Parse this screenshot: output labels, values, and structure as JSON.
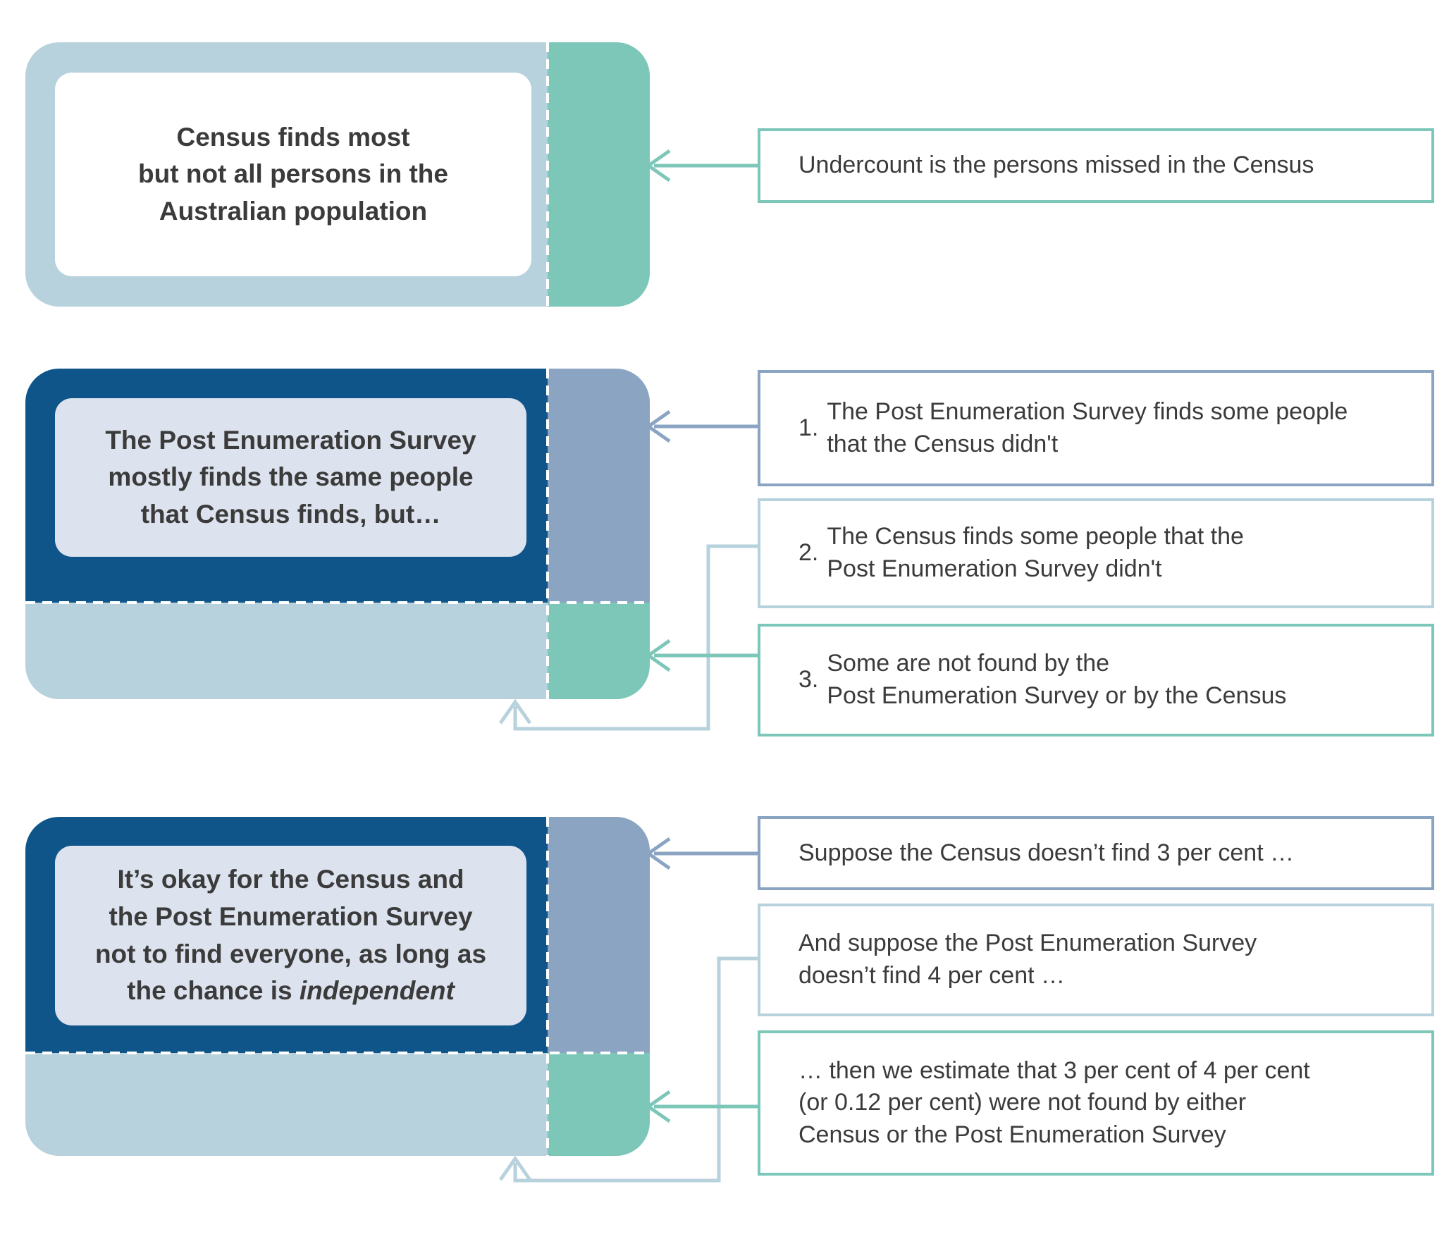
{
  "colors": {
    "teal": "#7cc7b8",
    "blue_gray": "#8aa4c2",
    "light_blue": "#b7d1dd",
    "navy": "#0f558a",
    "inner_panel": "#dce3ee",
    "text": "#3b3b3b"
  },
  "cards": {
    "census": {
      "text": "Census finds most\nbut not all persons in the\nAustralian population"
    },
    "pes": {
      "text": "The Post Enumeration Survey\nmostly finds the same people\nthat Census finds, but…"
    },
    "independence": {
      "text_prefix": "It’s okay for the Census and\nthe Post Enumeration Survey\nnot to find everyone, as long as\nthe chance is ",
      "text_italic": "independent"
    }
  },
  "labels": {
    "undercount": {
      "text": "Undercount is the persons missed in the Census"
    },
    "pes_point_1": {
      "number": "1.",
      "text": "The Post Enumeration Survey finds some people\nthat the Census didn't"
    },
    "pes_point_2": {
      "number": "2.",
      "text": "The Census finds some people that the\nPost Enumeration Survey didn't"
    },
    "pes_point_3": {
      "number": "3.",
      "text": "Some are not found by the\nPost Enumeration Survey or by the Census"
    },
    "suppose_census": {
      "text": "Suppose the Census doesn’t find 3 per cent …"
    },
    "suppose_pes": {
      "text": "And suppose the Post Enumeration Survey\ndoesn’t find 4 per cent …"
    },
    "estimate": {
      "text": "… then we estimate that 3 per cent of 4 per cent\n(or 0.12 per cent) were not found by either\nCensus or the Post Enumeration Survey"
    }
  }
}
